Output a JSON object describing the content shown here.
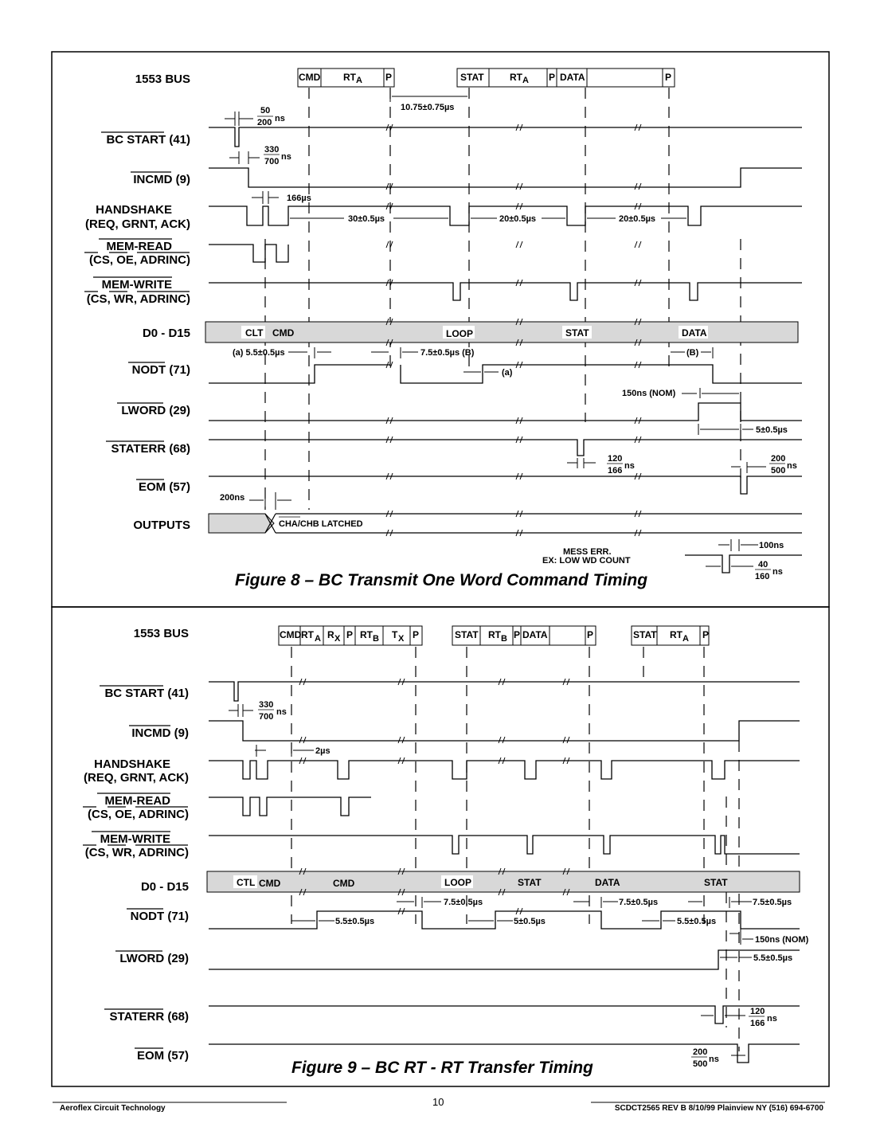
{
  "figure8": {
    "title": "Figure 8 – BC Transmit One Word Command Timing",
    "signals": [
      {
        "label": "1553 BUS",
        "overline": false
      },
      {
        "label": "BC START (41)",
        "overline": true,
        "overline_part": "BC START"
      },
      {
        "label": "INCMD (9)",
        "overline": true,
        "overline_part": "INCMD"
      },
      {
        "label": "HANDSHAKE",
        "overline": false
      },
      {
        "label": "(REQ, GRNT, ACK)",
        "overline": false
      },
      {
        "label": "MEM-READ",
        "overline": true,
        "overline_part": "MEM-READ"
      },
      {
        "label": "(CS, OE, ADRINC)",
        "overline": false
      },
      {
        "label": "MEM-WRITE",
        "overline": true,
        "overline_part": "MEM-WRITE"
      },
      {
        "label": "(CS, WR, ADRINC)",
        "overline": false
      },
      {
        "label": "D0 - D15",
        "overline": false
      },
      {
        "label": "NODT (71)",
        "overline": true,
        "overline_part": "NODT"
      },
      {
        "label": "LWORD (29)",
        "overline": true,
        "overline_part": "LWORD"
      },
      {
        "label": "STATERR (68)",
        "overline": true,
        "overline_part": "STATERR"
      },
      {
        "label": "EOM (57)",
        "overline": true,
        "overline_part": "EOM"
      },
      {
        "label": "OUTPUTS",
        "overline": false
      }
    ],
    "bus_fields": [
      "CMD",
      "RT",
      "P",
      "STAT",
      "RT",
      "P",
      "DATA",
      "P"
    ],
    "data_bus_labels": [
      "CLT",
      "CMD",
      "LOOP",
      "STAT",
      "DATA"
    ],
    "annotations": {
      "a1_num": "50",
      "a1_den": "200",
      "a1_unit": "ns",
      "a2_num": "330",
      "a2_den": "700",
      "a2_unit": "ns",
      "gap": "10.75±0.75µs",
      "hs_pulse": "166µs",
      "t30": "30±0.5µs",
      "t20a": "20±0.5µs",
      "t20b": "20±0.5µs",
      "nodt_a": "(a) 5.5±0.5µs",
      "nodt_b": "7.5±0.5µs (B)",
      "nodt_c": "(a)",
      "nodt_d": "(B)",
      "nom150": "150ns (NOM)",
      "lw5": "5±0.5µs",
      "se_num": "120",
      "se_den": "166",
      "se_unit": "ns",
      "eom_num": "200",
      "eom_den": "500",
      "eom_unit": "ns",
      "t200ns": "200ns",
      "latched": "CHA/CHB LATCHED",
      "t100ns": "100ns",
      "mess1": "MESS ERR.",
      "mess2": "EX: LOW WD COUNT",
      "m_num": "40",
      "m_den": "160",
      "m_unit": "ns"
    }
  },
  "figure9": {
    "title": "Figure 9 – BC RT - RT Transfer Timing",
    "signals": [
      {
        "label": "1553 BUS",
        "overline": false
      },
      {
        "label": "BC START (41)",
        "overline": true,
        "overline_part": "BC START"
      },
      {
        "label": "INCMD (9)",
        "overline": true,
        "overline_part": "INCMD"
      },
      {
        "label": "HANDSHAKE",
        "overline": false
      },
      {
        "label": "(REQ, GRNT, ACK)",
        "overline": false
      },
      {
        "label": "MEM-READ",
        "overline": true,
        "overline_part": "MEM-READ"
      },
      {
        "label": "(CS, OE, ADRINC)",
        "overline": false
      },
      {
        "label": "MEM-WRITE",
        "overline": true,
        "overline_part": "MEM-WRITE"
      },
      {
        "label": "(CS, WR, ADRINC)",
        "overline": false
      },
      {
        "label": "D0 - D15",
        "overline": false
      },
      {
        "label": "NODT (71)",
        "overline": true,
        "overline_part": "NODT"
      },
      {
        "label": "LWORD (29)",
        "overline": true,
        "overline_part": "LWORD"
      },
      {
        "label": "STATERR (68)",
        "overline": true,
        "overline_part": "STATERR"
      },
      {
        "label": "EOM (57)",
        "overline": true,
        "overline_part": "EOM"
      }
    ],
    "bus_fields": [
      "CMD",
      "RT",
      "R",
      "P",
      "RT",
      "T",
      "P",
      "STAT",
      "RT",
      "P",
      "DATA",
      "P",
      "STAT",
      "RT",
      "P"
    ],
    "data_bus_labels": [
      "CTL",
      "CMD",
      "CMD",
      "LOOP",
      "STAT",
      "DATA",
      "STAT"
    ],
    "annotations": {
      "a2_num": "330",
      "a2_den": "700",
      "a2_unit": "ns",
      "hs_pulse": "2µs",
      "n75a": "7.5±0.5µs",
      "n75b": "7.5±0.5µs",
      "n75c": "7.5±0.5µs",
      "n55a": "5.5±0.5µs",
      "n5": "5±0.5µs",
      "n55b": "5.5±0.5µs",
      "nom150": "150ns (NOM)",
      "lw55": "5.5±0.5µs",
      "se_num": "120",
      "se_den": "166",
      "se_unit": "ns",
      "eom_num": "200",
      "eom_den": "500",
      "eom_unit": "ns"
    }
  },
  "footer": {
    "left": "Aeroflex Circuit Technology",
    "page": "10",
    "right": "SCDCT2565 REV B  8/10/99  Plainview NY (516) 694-6700"
  }
}
